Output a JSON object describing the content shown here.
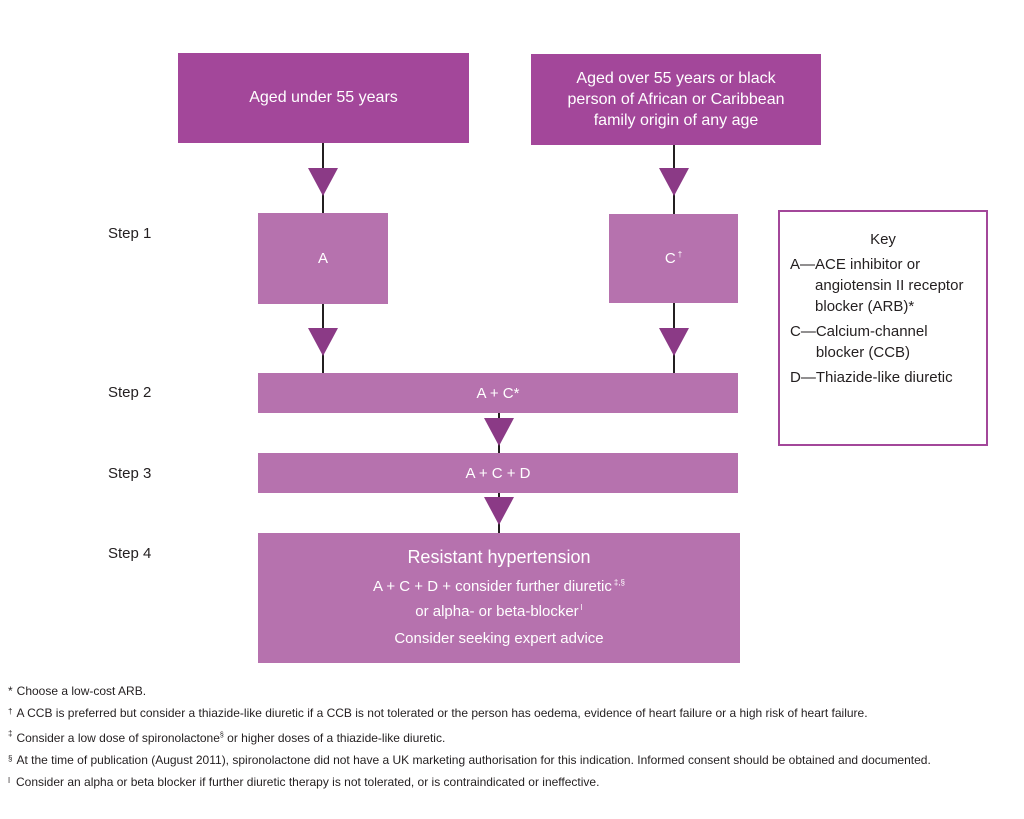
{
  "colors": {
    "dark_box": "#a3479a",
    "light_box": "#b672ae",
    "connector": "#231f20",
    "arrow": "#8b3a86"
  },
  "top_left": {
    "text": "Aged under 55 years"
  },
  "top_right": {
    "text": "Aged over 55 years or black person of African or Caribbean family origin of any age"
  },
  "steps": {
    "step1_label": "Step 1",
    "step2_label": "Step 2",
    "step3_label": "Step 3",
    "step4_label": "Step 4"
  },
  "box_a": {
    "text": "A"
  },
  "box_c": {
    "text": "C",
    "sup": "†"
  },
  "step2_box": {
    "text": "A + C*"
  },
  "step3_box": {
    "text": "A + C + D"
  },
  "step4_box": {
    "title": "Resistant hypertension",
    "line1": "A + C + D + consider further diuretic",
    "line1_sup": "‡,§",
    "line2": "or alpha- or beta-blocker",
    "line2_sup": "ǀ",
    "line3": "Consider seeking expert advice"
  },
  "key": {
    "title": "Key",
    "entries": [
      {
        "letter": "A—",
        "text": "ACE inhibitor or angiotensin II receptor blocker (ARB)*"
      },
      {
        "letter": "C—",
        "text": "Calcium-channel blocker (CCB)"
      },
      {
        "letter": "D—",
        "text": "Thiazide-like diuretic"
      }
    ]
  },
  "footnotes": [
    {
      "mark": "*",
      "text": "Choose a low-cost ARB."
    },
    {
      "mark": "†",
      "text": "A CCB is preferred but consider a thiazide-like diuretic if a CCB is not tolerated or the person has oedema, evidence of heart failure or a high risk of heart failure."
    },
    {
      "mark": "‡",
      "text_before": "Consider a low dose of spironolactone",
      "inline_sup": "§",
      "text_after": " or higher doses of a thiazide-like diuretic."
    },
    {
      "mark": "§",
      "text": "At the time of publication (August 2011), spironolactone did not have a UK marketing authorisation for this indication. Informed consent should be obtained and documented."
    },
    {
      "mark": "ǀ",
      "text": "Consider an alpha or beta blocker if further diuretic therapy is not tolerated, or is contraindicated or ineffective."
    }
  ]
}
